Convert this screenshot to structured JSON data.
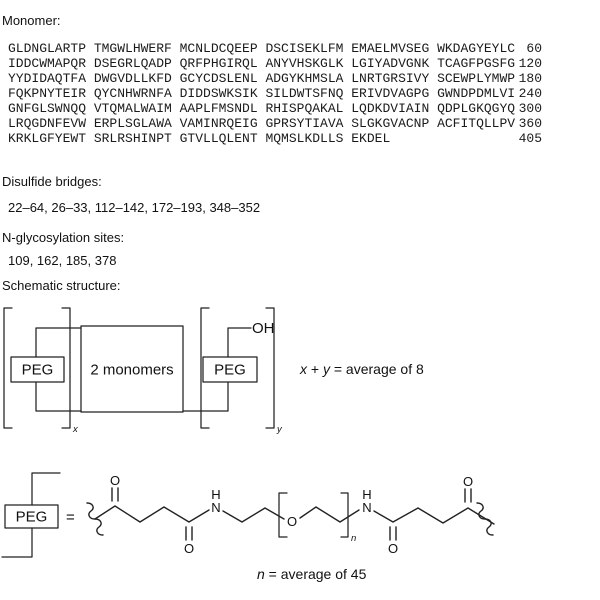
{
  "monomer": {
    "heading": "Monomer:",
    "lines": [
      {
        "seq": "GLDNGLARTP TMGWLHWERF MCNLDCQEEP DSCISEKLFM EMAELMVSEG WKDAGYEYLC",
        "num": "60"
      },
      {
        "seq": "IDDCWMAPQR DSEGRLQADP QRFPHGIRQL ANYVHSKGLK LGIYADVGNK TCAGFPGSFG",
        "num": "120"
      },
      {
        "seq": "YYDIDAQTFA DWGVDLLKFD GCYCDSLENL ADGYKHMSLA LNRTGRSIVY SCEWPLYMWP",
        "num": "180"
      },
      {
        "seq": "FQKPNYTEIR QYCNHWRNFA DIDDSWKSIK SILDWTSFNQ ERIVDVAGPG GWNDPDMLVI",
        "num": "240"
      },
      {
        "seq": "GNFGLSWNQQ VTQMALWAIM AAPLFMSNDL RHISPQAKAL LQDKDVIAIN QDPLGKQGYQ",
        "num": "300"
      },
      {
        "seq": "LRQGDNFEVW ERPLSGLAWA VAMINRQEIG GPRSYTIAVA SLGKGVACNP ACFITQLLPV",
        "num": "360"
      },
      {
        "seq": "KRKLGFYEWT SRLRSHINPT GTVLLQLENT MQMSLKDLLS EKDEL",
        "num": "405"
      }
    ]
  },
  "disulfide": {
    "heading": "Disulfide bridges:",
    "values": "22–64, 26–33, 112–142, 172–193, 348–352"
  },
  "glycosylation": {
    "heading": "N-glycosylation sites:",
    "values": "109, 162, 185, 378"
  },
  "schematic": {
    "heading": "Schematic structure:",
    "peg_left_label": "PEG",
    "monomers_label": "2 monomers",
    "peg_right_label": "PEG",
    "oh_label": "OH",
    "sub_x": "x",
    "sub_y": "y",
    "formula": {
      "x": "x",
      "plus": " + ",
      "y": "y",
      "rest": " = average of 8"
    }
  },
  "peg_definition": {
    "peg_label": "PEG",
    "equals": "=",
    "atoms": {
      "o1": "O",
      "o2": "O",
      "o3": "O",
      "o4": "O",
      "o5": "O",
      "n1": "N",
      "n2": "N",
      "h1": "H",
      "h2": "H"
    },
    "sub_n": "n",
    "note": {
      "n": "n",
      "rest": " = average of 45"
    }
  }
}
